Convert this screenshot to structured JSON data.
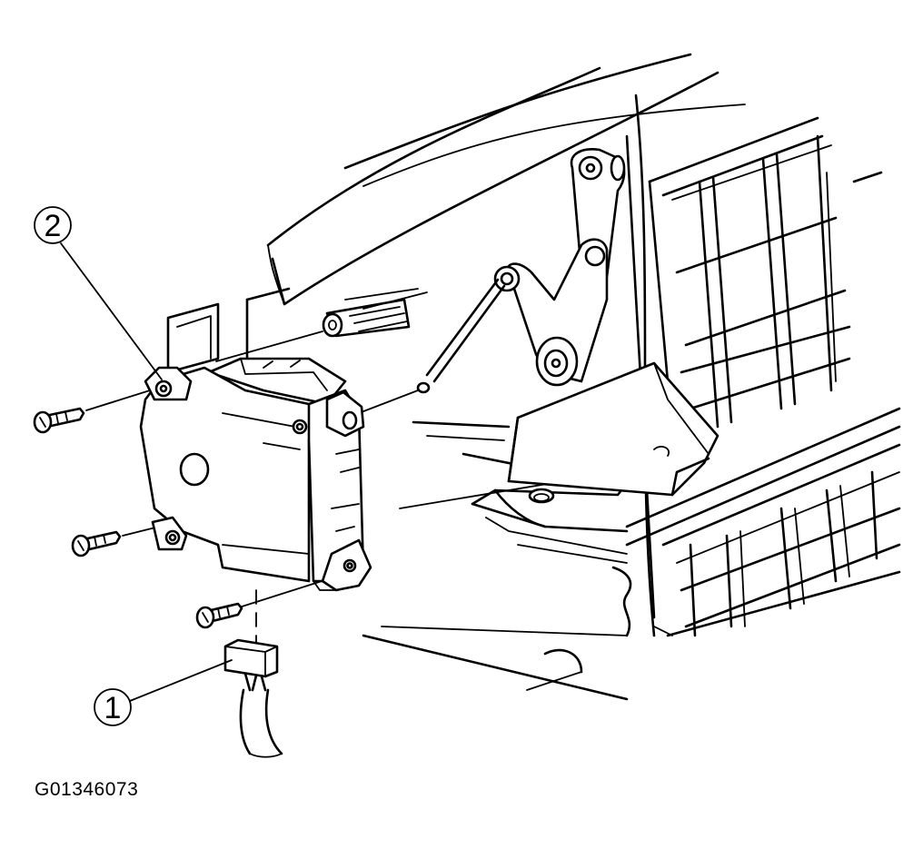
{
  "callouts": [
    {
      "number": "1",
      "part": "actuator-electrical-connector"
    },
    {
      "number": "2",
      "part": "actuator-assembly"
    }
  ],
  "figure_id": "G01346073"
}
